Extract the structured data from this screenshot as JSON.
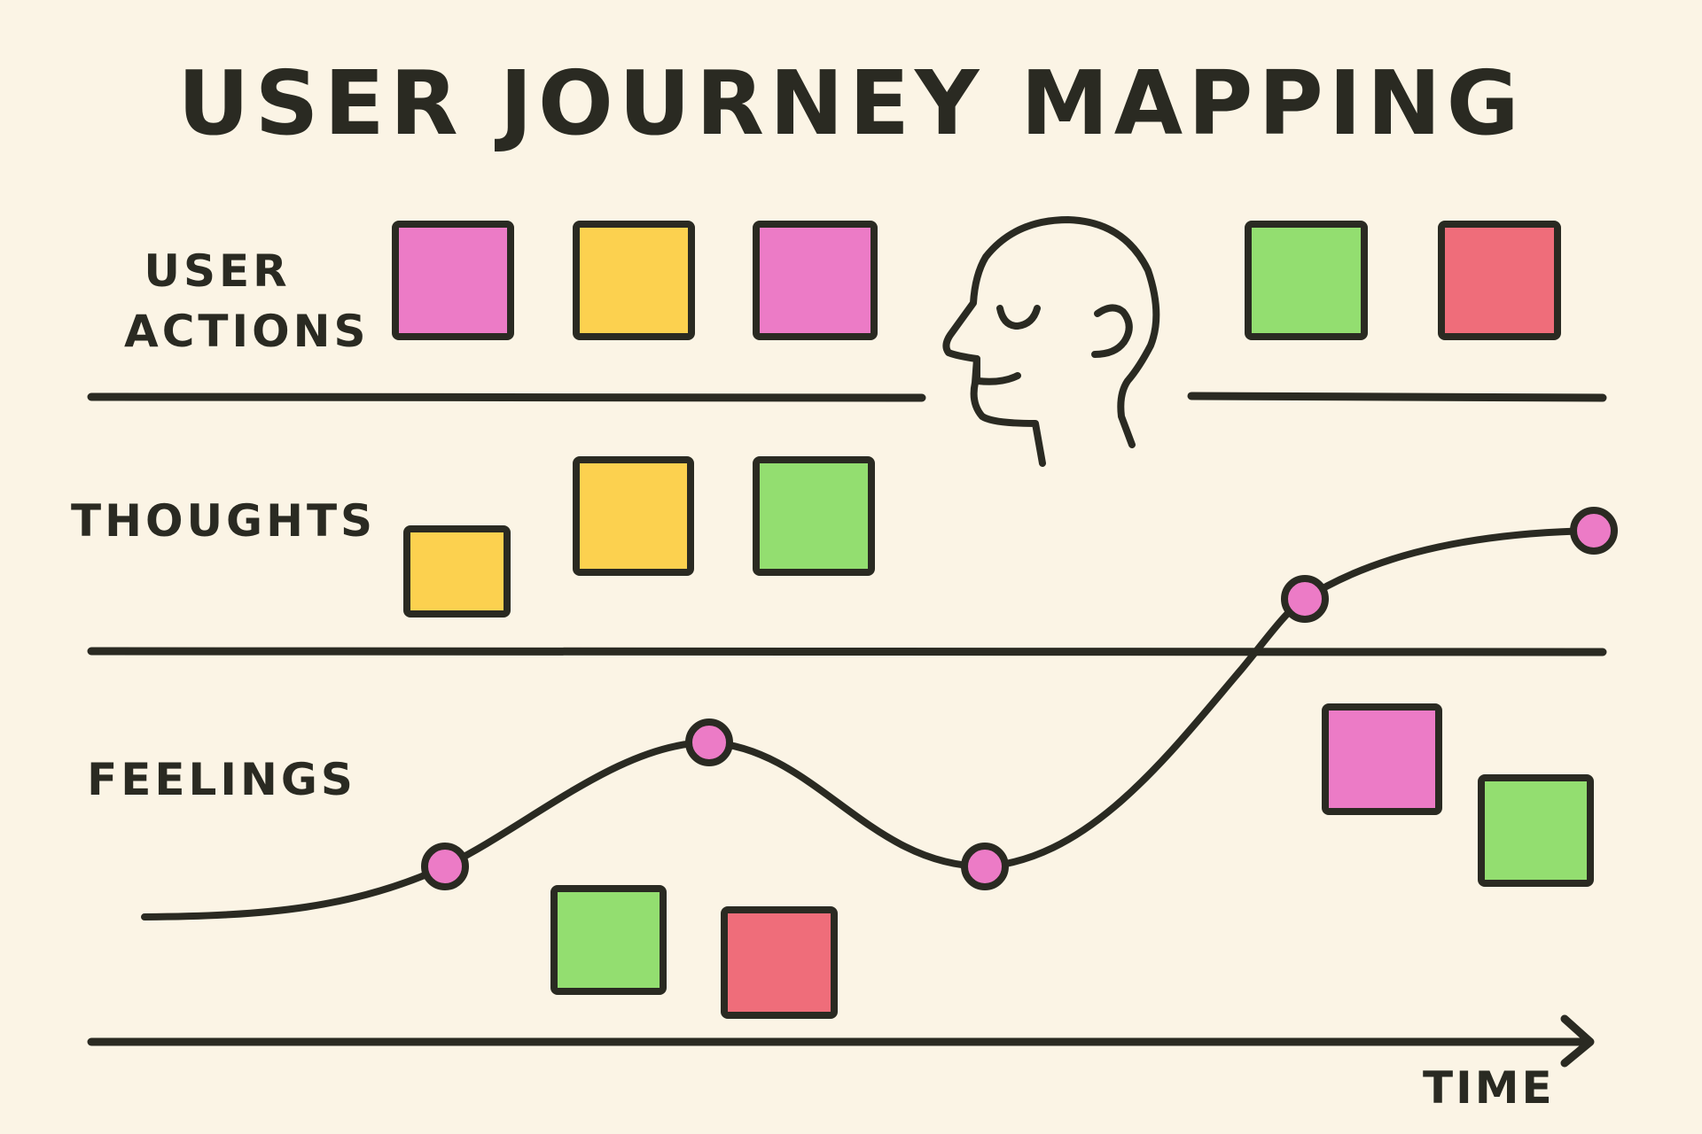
{
  "title": "USER JOURNEY MAPPING",
  "rows": {
    "user_actions": {
      "label_line1": "USER",
      "label_line2": "ACTIONS"
    },
    "thoughts": {
      "label": "THOUGHTS"
    },
    "feelings": {
      "label": "FEELINGS"
    }
  },
  "axis": {
    "label": "TIME",
    "icon": "arrow-right-icon"
  },
  "colors": {
    "background": "#fbf4e5",
    "ink": "#2a2a22",
    "magenta": "#ec7bc6",
    "yellow": "#fcd14f",
    "green": "#93de70",
    "red": "#ef6d7a"
  },
  "sticky_notes": {
    "user_actions": [
      "magenta",
      "yellow",
      "magenta",
      "green",
      "red"
    ],
    "thoughts": [
      "yellow",
      "yellow",
      "green"
    ],
    "feelings": [
      "green",
      "red",
      "magenta",
      "green"
    ]
  },
  "emotion_curve": {
    "points": 5,
    "point_color": "magenta"
  },
  "illustration": "head-profile-icon"
}
